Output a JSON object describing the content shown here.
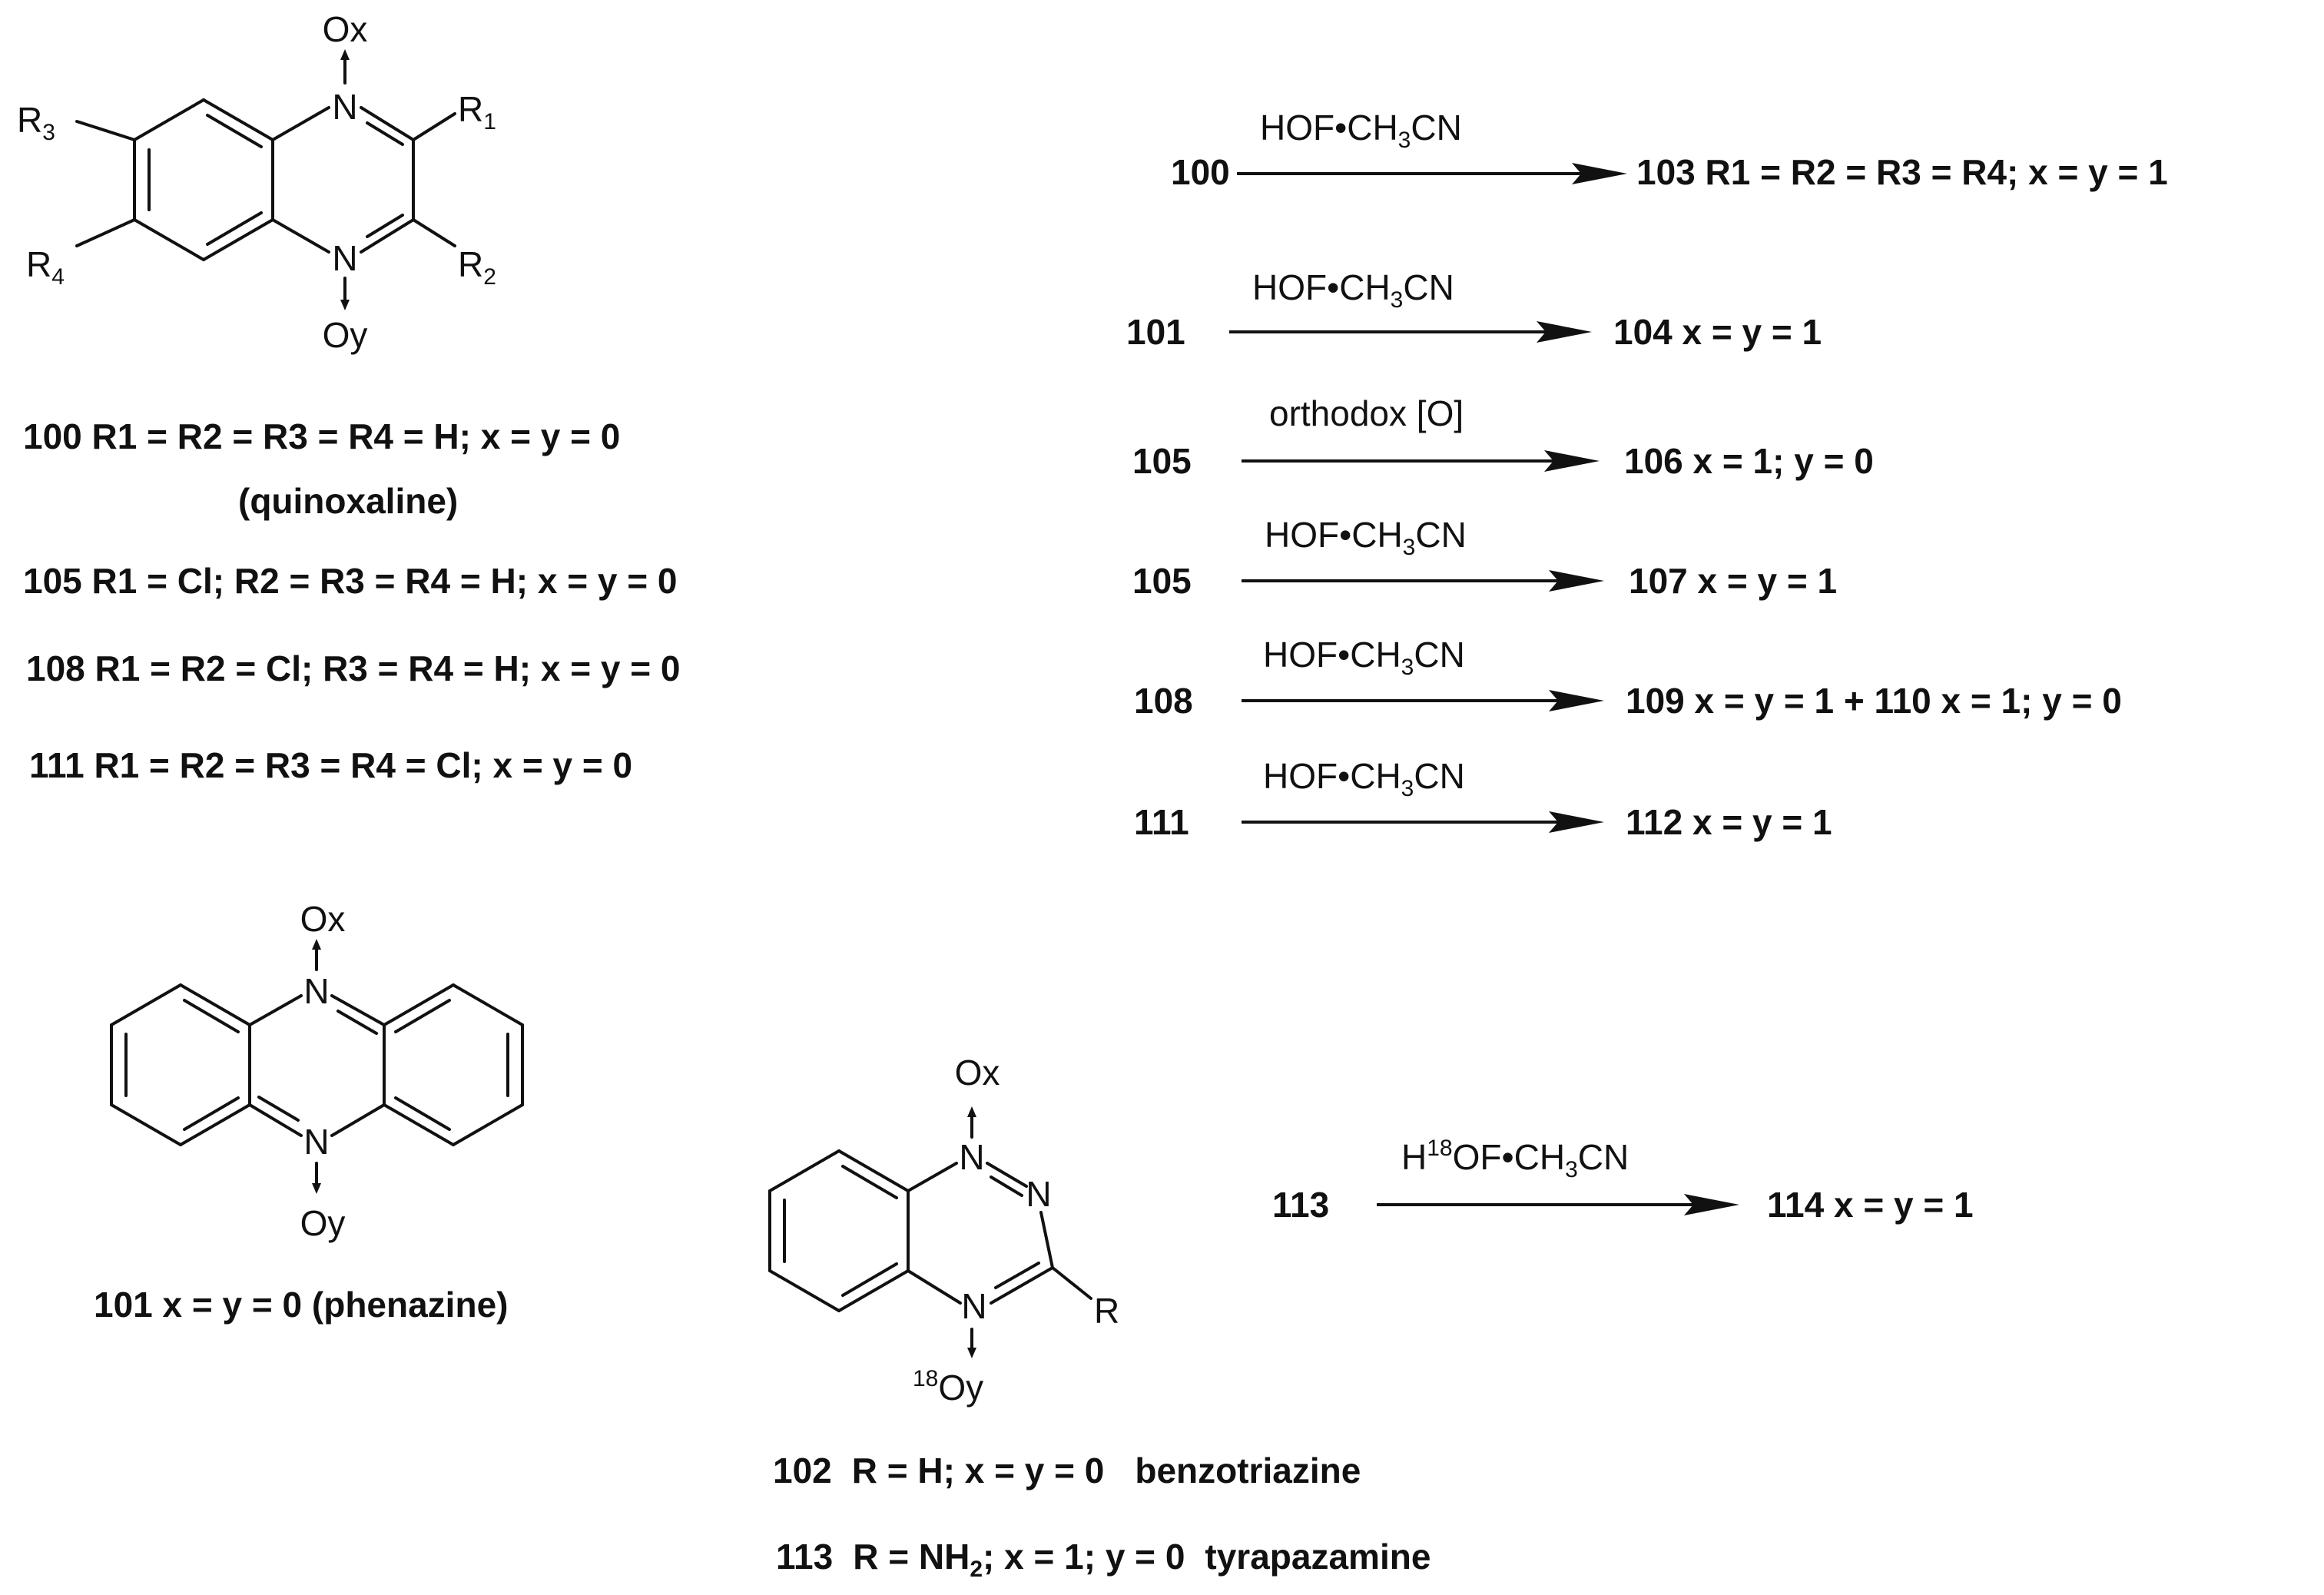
{
  "structures": {
    "quinoxaline": {
      "atoms": {
        "ox": "Ox",
        "oy": "Oy",
        "n": "N",
        "r1": "R",
        "r1_sub": "1",
        "r2": "R",
        "r2_sub": "2",
        "r3": "R",
        "r3_sub": "3",
        "r4": "R",
        "r4_sub": "4"
      },
      "compounds": [
        {
          "label": "100  R1 =  R2 = R3 = R4 = H; x = y = 0"
        },
        {
          "label": "(quinoxaline)"
        },
        {
          "label": "105  R1 = Cl; R2 = R3 = R4 = H; x = y = 0"
        },
        {
          "label": "108  R1 = R2 = Cl; R3 = R4 = H; x = y = 0"
        },
        {
          "label": "111  R1 = R2 = R3 = R4 = Cl; x = y = 0"
        }
      ]
    },
    "phenazine": {
      "atoms": {
        "ox": "Ox",
        "oy": "Oy",
        "n": "N"
      },
      "label": "101  x = y = 0  (phenazine)"
    },
    "benzotriazine": {
      "atoms": {
        "ox": "Ox",
        "oy": "Oy",
        "oy_iso": "18",
        "n": "N",
        "r": "R"
      },
      "labels": [
        {
          "id": "102",
          "r": "H",
          "xy": "x = y = 0",
          "name": "benzotriazine"
        },
        {
          "id": "113",
          "r": "NH",
          "r_sub": "2",
          "xy": "x = 1; y = 0",
          "name": "tyrapazamine"
        }
      ]
    }
  },
  "reactions": [
    {
      "reactant": "100",
      "reagent": [
        "HOF",
        "•",
        "CH",
        "3",
        "CN"
      ],
      "product": "103  R1 = R2 = R3 = R4; x = y = 1"
    },
    {
      "reactant": "101",
      "reagent": [
        "HOF",
        "•",
        "CH",
        "3",
        "CN"
      ],
      "product": "104   x = y = 1"
    },
    {
      "reactant": "105",
      "reagent": [
        "orthodox [O]"
      ],
      "product": "106   x = 1; y = 0"
    },
    {
      "reactant": "105",
      "reagent": [
        "HOF",
        "•",
        "CH",
        "3",
        "CN"
      ],
      "product": "107   x = y = 1"
    },
    {
      "reactant": "108",
      "reagent": [
        "HOF",
        "•",
        "CH",
        "3",
        "CN"
      ],
      "product": "109   x = y = 1  +  110   x = 1; y = 0"
    },
    {
      "reactant": "111",
      "reagent": [
        "HOF",
        "•",
        "CH",
        "3",
        "CN"
      ],
      "product": "112   x = y = 1"
    },
    {
      "reactant": "113",
      "reagent": [
        "H",
        "18",
        "OF",
        "•",
        "CH",
        "3",
        "CN"
      ],
      "product": "114   x = y = 1"
    }
  ]
}
